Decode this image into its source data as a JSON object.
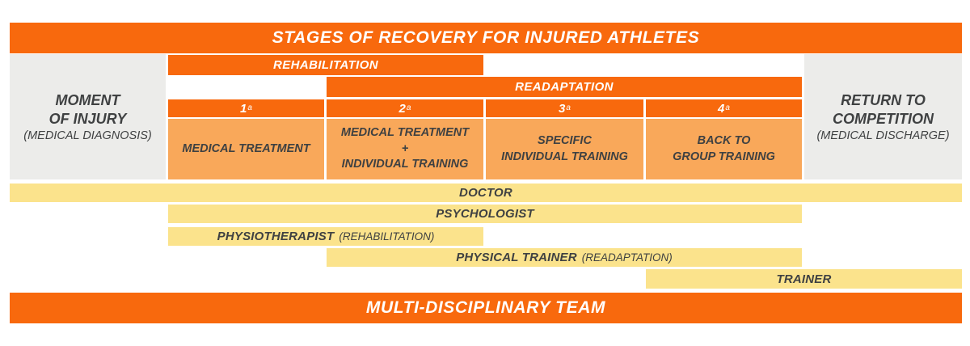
{
  "colors": {
    "orange": "#F8690D",
    "light_orange": "#F9A85A",
    "yellow": "#FBE38C",
    "gray_box": "#ECECEA",
    "dark_text": "#3F4142",
    "white_text": "#FFFFFF"
  },
  "title": "STAGES OF RECOVERY FOR INJURED ATHLETES",
  "footer": "MULTI-DISCIPLINARY TEAM",
  "endpoints": {
    "start": {
      "main": "MOMENT\nOF INJURY",
      "note": "(MEDICAL DIAGNOSIS)"
    },
    "end": {
      "main": "RETURN TO\nCOMPETITION",
      "note": "(MEDICAL DISCHARGE)"
    }
  },
  "phases": {
    "rehabilitation": "REHABILITATION",
    "readaptation": "READAPTATION"
  },
  "stages": [
    {
      "number": "1",
      "sup": "a",
      "description": "MEDICAL TREATMENT"
    },
    {
      "number": "2",
      "sup": "a",
      "description": "MEDICAL TREATMENT\n+\nINDIVIDUAL TRAINING"
    },
    {
      "number": "3",
      "sup": "a",
      "description": "SPECIFIC\nINDIVIDUAL TRAINING"
    },
    {
      "number": "4",
      "sup": "a",
      "description": "BACK TO\nGROUP TRAINING"
    }
  ],
  "team_bars": [
    {
      "name": "DOCTOR",
      "note": ""
    },
    {
      "name": "PSYCHOLOGIST",
      "note": ""
    },
    {
      "name": "PHYSIOTHERAPIST",
      "note": "(REHABILITATION)"
    },
    {
      "name": "PHYSICAL TRAINER",
      "note": "(READAPTATION)"
    },
    {
      "name": "TRAINER",
      "note": ""
    }
  ]
}
